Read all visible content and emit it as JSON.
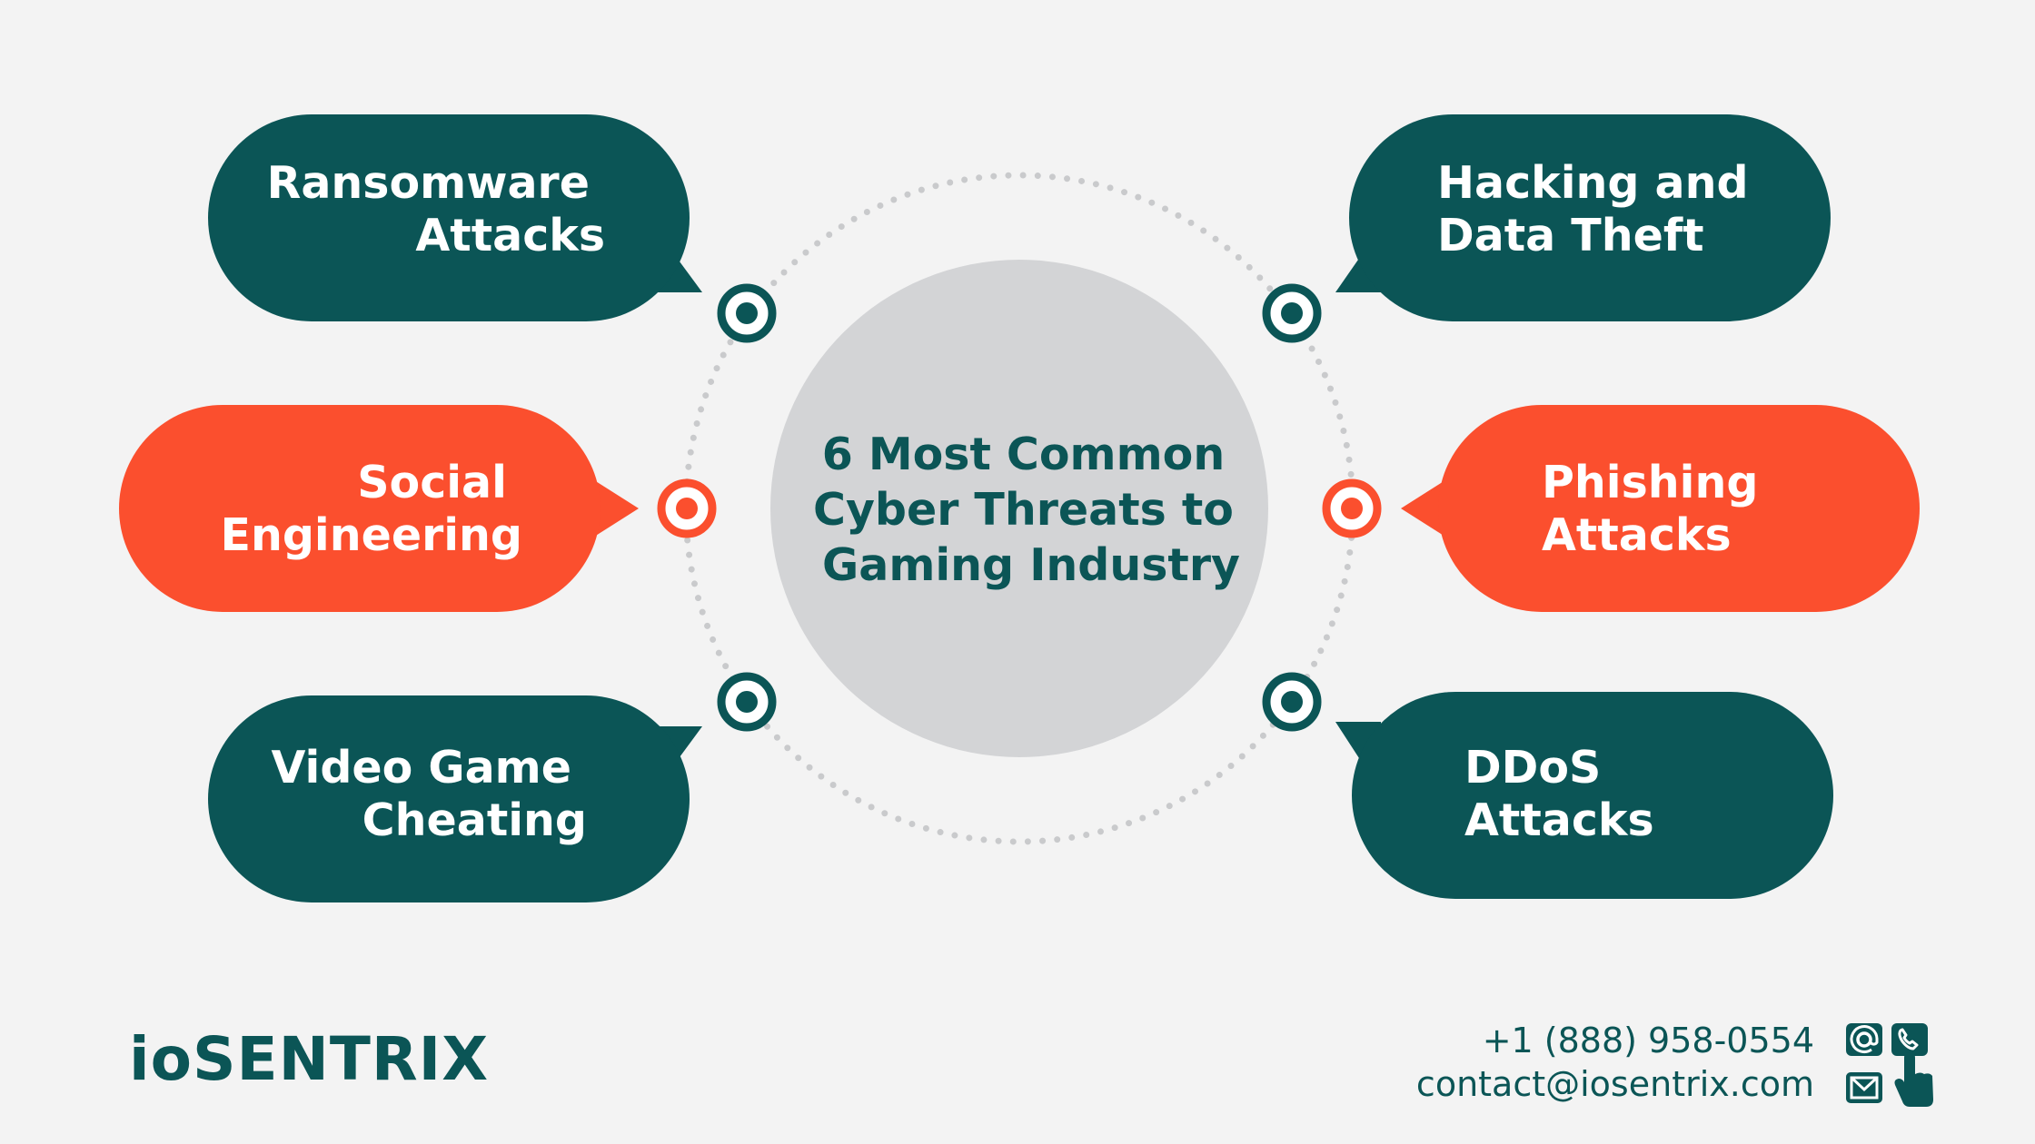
{
  "colors": {
    "teal": "#0b5556",
    "orange": "#fb4f2e",
    "center_circle": "#d3d4d6",
    "dots": "#c9cacc",
    "background": "#f3f3f3"
  },
  "center": {
    "title_lines": [
      "6 Most Common",
      "Cyber Threats to",
      "Gaming Industry"
    ]
  },
  "threats": [
    {
      "id": "ransomware",
      "lines": [
        "Ransomware",
        "Attacks"
      ],
      "color": "teal"
    },
    {
      "id": "hacking",
      "lines": [
        "Hacking and",
        "Data Theft"
      ],
      "color": "teal"
    },
    {
      "id": "social",
      "lines": [
        "Social",
        "Engineering"
      ],
      "color": "orange"
    },
    {
      "id": "phishing",
      "lines": [
        "Phishing",
        "Attacks"
      ],
      "color": "orange"
    },
    {
      "id": "cheating",
      "lines": [
        "Video Game",
        "Cheating"
      ],
      "color": "teal"
    },
    {
      "id": "ddos",
      "lines": [
        "DDoS",
        "Attacks"
      ],
      "color": "teal"
    }
  ],
  "footer": {
    "brand": "ioSENTRIX",
    "phone": "+1 (888) 958-0554",
    "email": "contact@iosentrix.com",
    "icons": [
      "at-sign-icon",
      "phone-icon",
      "mail-icon",
      "pointer-hand-icon"
    ]
  }
}
